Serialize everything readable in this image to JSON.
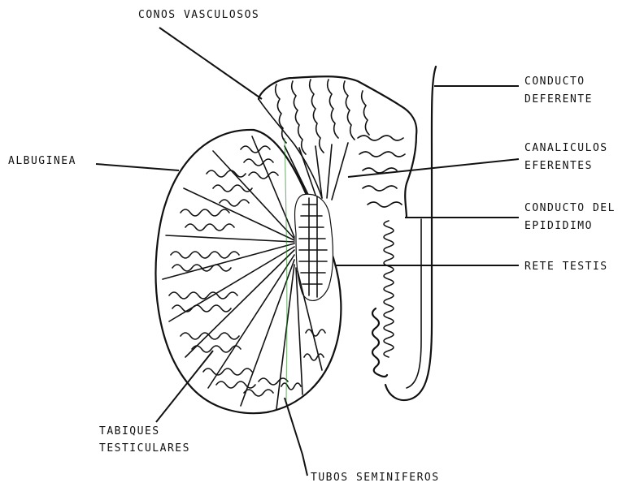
{
  "labels": {
    "conos_vasculosos": "CONOS VASCULOSOS",
    "conducto_deferente_1": "CONDUCTO",
    "conducto_deferente_2": "DEFERENTE",
    "albuginea": "ALBUGINEA",
    "canaliculos_1": "CANALICULOS",
    "canaliculos_2": "EFERENTES",
    "epididimo_1": "CONDUCTO DEL",
    "epididimo_2": "EPIDIDIMO",
    "rete_testis": "RETE TESTIS",
    "tabiques_1": "TABIQUES",
    "tabiques_2": "TESTICULARES",
    "tubos": "TUBOS SEMINIFEROS"
  },
  "colors": {
    "ink": "#111111",
    "paper": "#ffffff",
    "accent_green": "#2e8b2e"
  }
}
